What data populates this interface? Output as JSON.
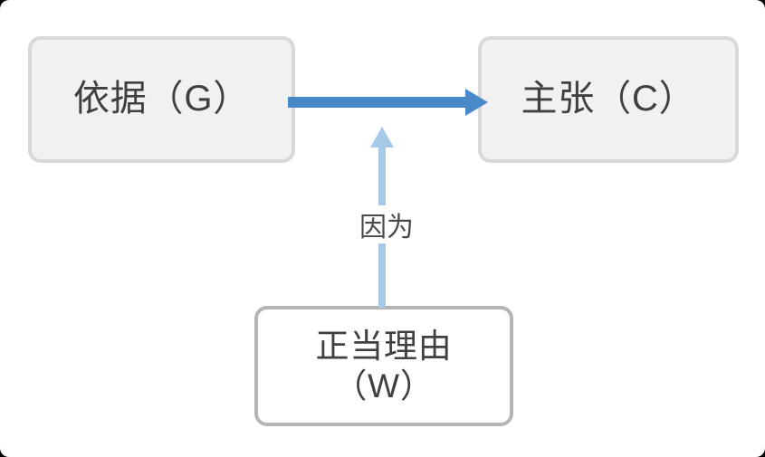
{
  "diagram": {
    "title_text": "",
    "background_color": "#ffffff",
    "nodes": [
      {
        "id": "grounds",
        "label": "依据（G）",
        "fill": "#f1f1f1",
        "border": "#d8d8d8"
      },
      {
        "id": "claim",
        "label": "主张（C）",
        "fill": "#f1f1f1",
        "border": "#d8d8d8"
      },
      {
        "id": "warrant",
        "label": "正当理由\n（W）",
        "fill": "#ffffff",
        "border": "#b4b4b4"
      }
    ],
    "edges": [
      {
        "id": "grounds-to-claim",
        "label": "",
        "color": "#4a89c8",
        "direction": "right"
      },
      {
        "id": "warrant-to-link",
        "label": "因为",
        "color": "#a6c9e8",
        "direction": "up"
      }
    ]
  }
}
